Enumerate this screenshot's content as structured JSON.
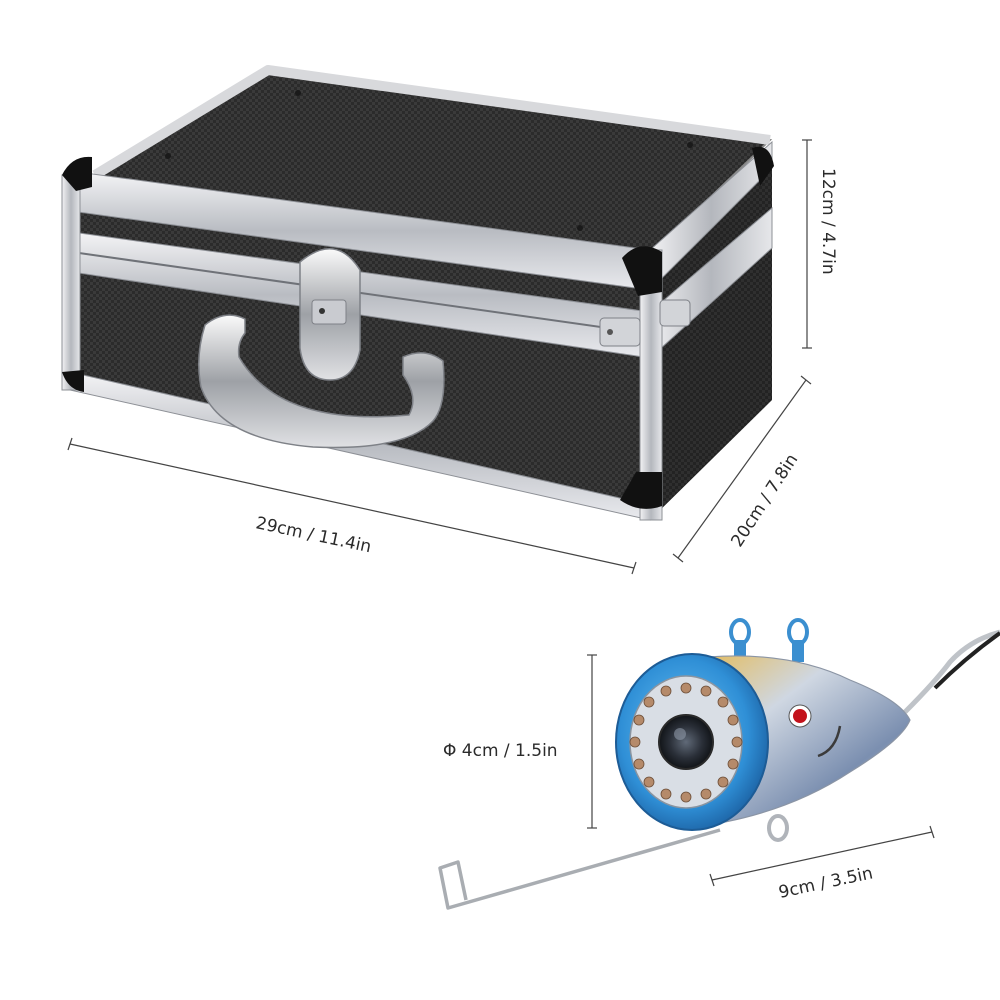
{
  "image": {
    "subject": "product dimensions figure",
    "objects": [
      "carrying-case",
      "underwater-fishing-camera"
    ]
  },
  "dimensions": {
    "case_height": "12cm / 4.7in",
    "case_depth": "20cm / 7.8in",
    "case_width": "29cm / 11.4in",
    "camera_diameter": "Φ 4cm / 1.5in",
    "camera_length": "9cm / 3.5in"
  },
  "colors": {
    "case_panel": "#2a2a2a",
    "case_frame": "#c8c8cc",
    "camera_ring": "#2f8fd6",
    "camera_body": "#c8cdd4",
    "camera_accent": "#e6c23a"
  }
}
